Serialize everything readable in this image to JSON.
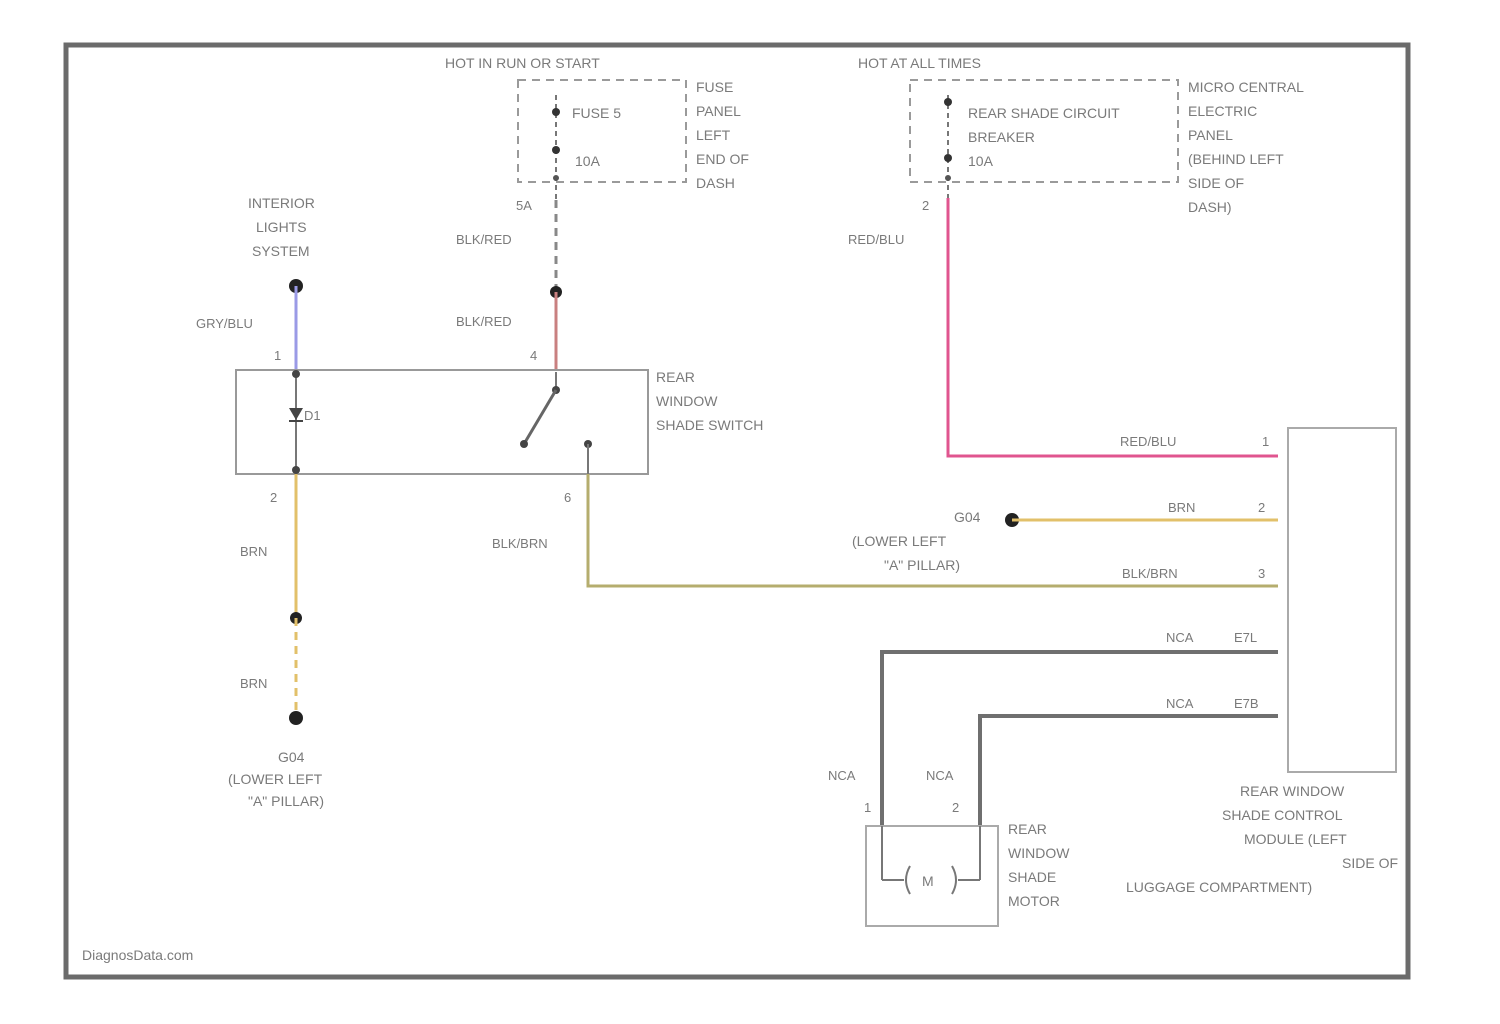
{
  "header": {
    "hot_run_start": "HOT IN RUN OR START",
    "hot_all_times": "HOT AT ALL TIMES"
  },
  "fuse_panel": {
    "fuse_name": "FUSE 5",
    "fuse_rating": "10A",
    "panel_label": [
      "FUSE",
      "PANEL",
      "LEFT",
      "END OF",
      "DASH"
    ]
  },
  "central_panel": {
    "breaker_name": [
      "REAR SHADE CIRCUIT",
      "BREAKER"
    ],
    "breaker_rating": "10A",
    "panel_label": [
      "MICRO CENTRAL",
      "ELECTRIC",
      "PANEL",
      "(BEHIND LEFT",
      "SIDE OF",
      "DASH)"
    ]
  },
  "connectors": {
    "fuse_out": "5A",
    "breaker_out": "2"
  },
  "interior_lights": [
    "INTERIOR",
    "LIGHTS",
    "SYSTEM"
  ],
  "wires": {
    "gry_blu": "GRY/BLU",
    "blk_red_1": "BLK/RED",
    "blk_red_2": "BLK/RED",
    "red_blu_1": "RED/BLU",
    "red_blu_2": "RED/BLU",
    "brn_1": "BRN",
    "brn_2": "BRN",
    "brn_3": "BRN",
    "blk_brn_1": "BLK/BRN",
    "blk_brn_2": "BLK/BRN",
    "nca_1": "NCA",
    "nca_2": "NCA",
    "nca_3": "NCA",
    "nca_4": "NCA"
  },
  "switch": {
    "label": [
      "REAR",
      "WINDOW",
      "SHADE SWITCH"
    ],
    "pin_1": "1",
    "pin_2": "2",
    "pin_4": "4",
    "pin_6": "6",
    "internal": "D1"
  },
  "grounds": {
    "g_bottom": [
      "G04",
      "(LOWER LEFT",
      "\"A\" PILLAR)"
    ],
    "g_middle": [
      "G04",
      "(LOWER LEFT",
      "\"A\" PILLAR)"
    ]
  },
  "module": {
    "label": [
      "REAR WINDOW",
      "SHADE CONTROL",
      "MODULE (LEFT",
      "SIDE OF",
      "LUGGAGE COMPARTMENT)"
    ],
    "pin_1": "1",
    "pin_2": "2",
    "pin_3": "3",
    "pin_e1": "E7L",
    "pin_e2": "E7B"
  },
  "motor": {
    "label": [
      "REAR",
      "WINDOW",
      "SHADE",
      "MOTOR"
    ],
    "symbol": "M",
    "pin_1": "1",
    "pin_2": "2"
  },
  "footer": {
    "watermark": "DiagnosData.com"
  },
  "colors": {
    "frame": "#6b6b6b",
    "red_blu": "#e0558f",
    "brn": "#e2c06a",
    "blk_brn": "#b5ad6e",
    "gry_blu": "#9a9ae6",
    "blk_red": "#c98080",
    "nca": "#6f6f6f"
  }
}
